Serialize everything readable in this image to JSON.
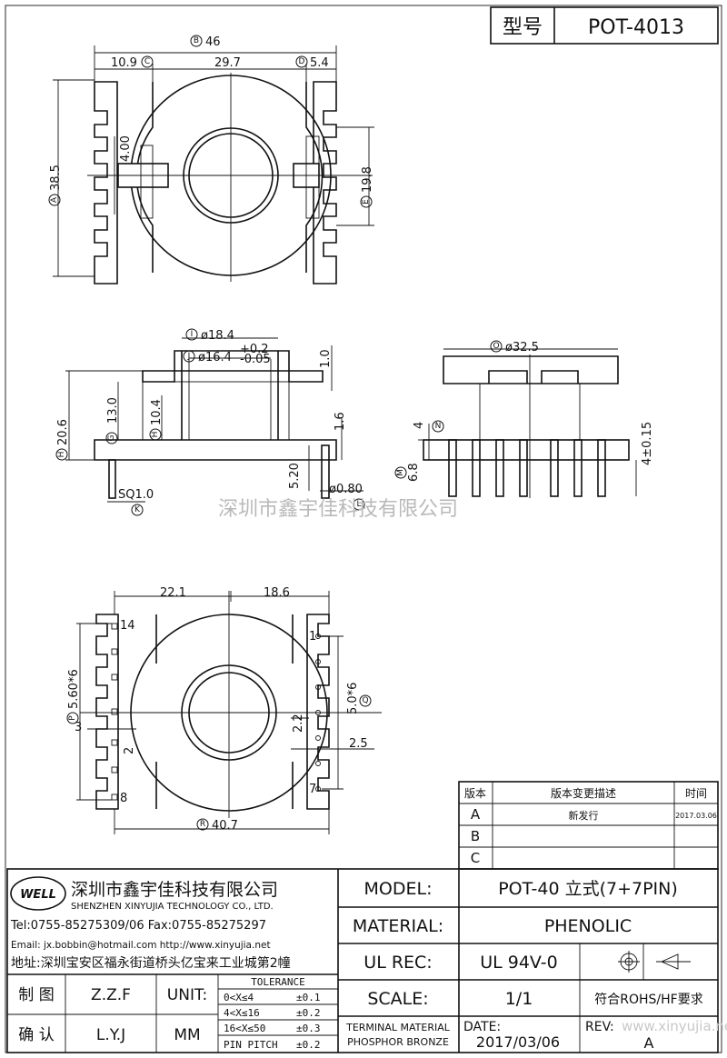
{
  "header": {
    "model_label": "型号",
    "model_value": "POT-4013"
  },
  "top_view": {
    "dim_B": "46",
    "dim_c_left": "10.9",
    "dim_middle": "29.7",
    "dim_D": "5.4",
    "dim_A": "38.5",
    "dim_E": "19.8",
    "dim_slot": "4.00"
  },
  "side_view": {
    "dim_I": "ø18.4",
    "dim_J": "ø16.4",
    "dim_J_tol_plus": "+0.2",
    "dim_J_tol_minus": "-0.05",
    "dim_top": "1.0",
    "dim_H": "20.6",
    "dim_130": "13.0",
    "dim_G": "10.4",
    "dim_16": "1.6",
    "dim_520": "5.20",
    "dim_pin": "ø0.80",
    "dim_sq": "SQ1.0"
  },
  "front_view": {
    "dim_O": "ø32.5",
    "dim_N": "4",
    "dim_M": "6.8",
    "dim_pin_len": "4±0.15"
  },
  "bottom_view": {
    "dim_left": "22.1",
    "dim_right": "18.6",
    "dim_R": "40.7",
    "dim_P": "5.60*6",
    "dim_Q": "5.0*6",
    "dim_3": "3",
    "dim_2": "2",
    "dim_22": "2.2",
    "dim_25": "2.5",
    "pin_14": "14",
    "pin_8": "8",
    "pin_1": "1",
    "pin_7": "7"
  },
  "watermark": "深圳市鑫宇佳科技有限公司",
  "watermark_url": "www.xinyujia.net",
  "revision_table": {
    "headers": [
      "版本",
      "版本变更描述",
      "时间"
    ],
    "rows": [
      {
        "rev": "A",
        "desc": "新发行",
        "date": "2017.03.06"
      },
      {
        "rev": "B",
        "desc": "",
        "date": ""
      },
      {
        "rev": "C",
        "desc": "",
        "date": ""
      }
    ]
  },
  "company": {
    "logo_text": "WELL",
    "name_cn": "深圳市鑫宇佳科技有限公司",
    "name_en": "SHENZHEN XINYUJIA TECHNOLOGY CO., LTD.",
    "tel_fax": "Tel:0755-85275309/06    Fax:0755-85275297",
    "email_line": "Email: jx.bobbin@hotmail.com  http://www.xinyujia.net",
    "address": "地址:深圳宝安区福永街道桥头亿宝来工业城第2幢"
  },
  "title_block": {
    "model_label": "MODEL:",
    "model_value": "POT-40 立式(7+7PIN)",
    "material_label": "MATERIAL:",
    "material_value": "PHENOLIC",
    "ulrec_label": "UL REC:",
    "ulrec_value": "UL 94V-0",
    "scale_label": "SCALE:",
    "scale_value": "1/1",
    "rohs": "符合ROHS/HF要求",
    "terminal_material_label": "TERMINAL MATERIAL",
    "terminal_material_value": "PHOSPHOR BRONZE",
    "date_label": "DATE:",
    "date_value": "2017/03/06",
    "rev_label": "REV:",
    "rev_value": "A",
    "drawn_label": "制 图",
    "drawn_value": "Z.Z.F",
    "checked_label": "确 认",
    "checked_value": "L.Y.J",
    "unit_label": "UNIT:",
    "unit_value": "MM",
    "tolerance_header": "TOLERANCE",
    "tolerances": [
      {
        "range": "0<X≤4",
        "tol": "±0.1"
      },
      {
        "range": "4<X≤16",
        "tol": "±0.2"
      },
      {
        "range": "16<X≤50",
        "tol": "±0.3"
      },
      {
        "range": "PIN PITCH",
        "tol": "±0.2"
      }
    ]
  }
}
